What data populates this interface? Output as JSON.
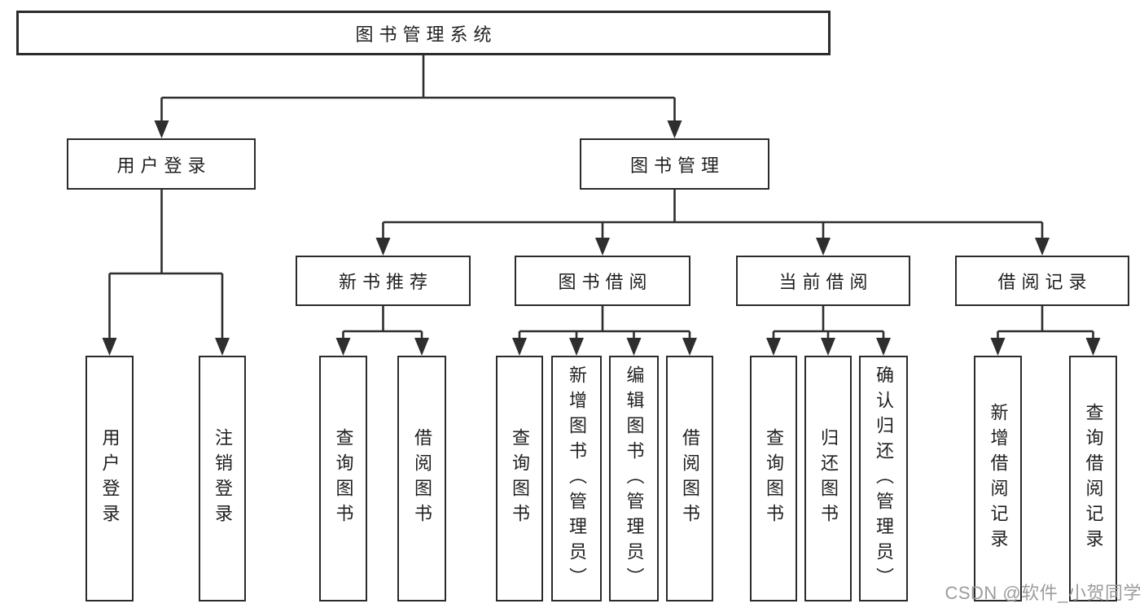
{
  "diagram": {
    "root": {
      "label": "图书管理系统"
    },
    "branches": [
      {
        "label": "用户登录",
        "leaves": [
          {
            "label": "用户登录"
          },
          {
            "label": "注销登录"
          }
        ]
      },
      {
        "label": "图书管理",
        "groups": [
          {
            "label": "新书推荐",
            "leaves": [
              {
                "label": "查询图书"
              },
              {
                "label": "借阅图书"
              }
            ]
          },
          {
            "label": "图书借阅",
            "leaves": [
              {
                "label": "查询图书"
              },
              {
                "label": "新增图书（管理员）"
              },
              {
                "label": "编辑图书（管理员）"
              },
              {
                "label": "借阅图书"
              }
            ]
          },
          {
            "label": "当前借阅",
            "leaves": [
              {
                "label": "查询图书"
              },
              {
                "label": "归还图书"
              },
              {
                "label": "确认归还（管理员）"
              }
            ]
          },
          {
            "label": "借阅记录",
            "leaves": [
              {
                "label": "新增借阅记录"
              },
              {
                "label": "查询借阅记录"
              }
            ]
          }
        ]
      }
    ]
  },
  "watermark": {
    "text": "CSDN @软件_小贺同学"
  },
  "colors": {
    "line": "#2e2e2e",
    "box_border": "#2b2b2b",
    "text": "#1f1f1f",
    "watermark": "#9c9c9c",
    "background": "#ffffff"
  }
}
